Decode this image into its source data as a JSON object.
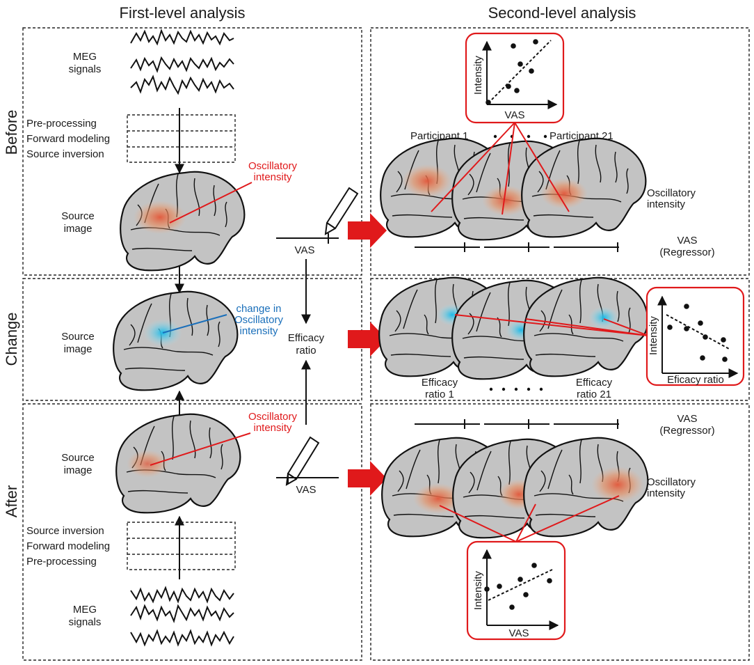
{
  "headers": {
    "first_level": "First-level analysis",
    "second_level": "Second-level analysis"
  },
  "rows": {
    "before": "Before",
    "change": "Change",
    "after": "After"
  },
  "before_row": {
    "meg_line1": "MEG",
    "meg_line2": "signals",
    "steps": [
      "Pre-processing",
      "Forward modeling",
      "Source inversion"
    ],
    "source_line1": "Source",
    "source_line2": "image",
    "osc_line1": "Oscillatory",
    "osc_line2": "intensity",
    "vas": "VAS",
    "participant_first": "Participant 1",
    "participant_last": "Participant 21",
    "osc_right_line1": "Oscillatory",
    "osc_right_line2": "intensity",
    "vas_reg_line1": "VAS",
    "vas_reg_line2": "(Regressor)",
    "plot_ylabel": "Intensity",
    "plot_xlabel": "VAS"
  },
  "change_row": {
    "source_line1": "Source",
    "source_line2": "image",
    "change_line1": "change in",
    "change_line2": "Oscillatory",
    "change_line3": "intensity",
    "efficacy_line1": "Efficacy",
    "efficacy_line2": "ratio",
    "eff1_line1": "Efficacy",
    "eff1_line2": "ratio 1",
    "eff21_line1": "Efficacy",
    "eff21_line2": "ratio 21",
    "plot_ylabel": "Intensity",
    "plot_xlabel": "Eficacy ratio"
  },
  "after_row": {
    "osc_line1": "Oscillatory",
    "osc_line2": "intensity",
    "source_line1": "Source",
    "source_line2": "image",
    "steps": [
      "Source inversion",
      "Forward modeling",
      "Pre-processing"
    ],
    "meg_line1": "MEG",
    "meg_line2": "signals",
    "vas": "VAS",
    "vas_reg_line1": "VAS",
    "vas_reg_line2": "(Regressor)",
    "osc_right_line1": "Oscillatory",
    "osc_right_line2": "intensity",
    "plot_ylabel": "Intensity",
    "plot_xlabel": "VAS"
  },
  "colors": {
    "accent_red": "#e0191b",
    "accent_blue": "#1a6fba",
    "brain_gray": "#c3c3c3"
  }
}
